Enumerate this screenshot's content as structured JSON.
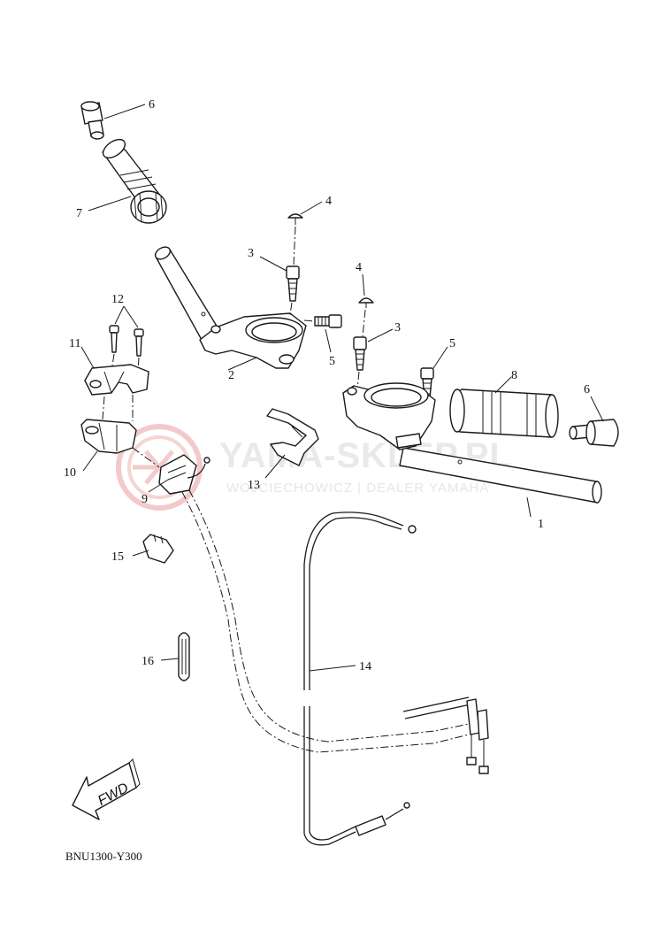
{
  "diagram": {
    "drawing_code": "BNU1300-Y300",
    "direction_label": "FWD",
    "watermark": {
      "title": "YAMA-SKLEP.PL",
      "subtitle": "WOJCIECHOWICZ | DEALER YAMAHA"
    },
    "callouts": {
      "c1": "1",
      "c2": "2",
      "c3a": "3",
      "c3b": "3",
      "c4a": "4",
      "c4b": "4",
      "c5a": "5",
      "c5b": "5",
      "c6a": "6",
      "c6b": "6",
      "c7": "7",
      "c8": "8",
      "c9": "9",
      "c10": "10",
      "c11": "11",
      "c12": "12",
      "c13": "13",
      "c14": "14",
      "c15": "15",
      "c16": "16"
    }
  }
}
